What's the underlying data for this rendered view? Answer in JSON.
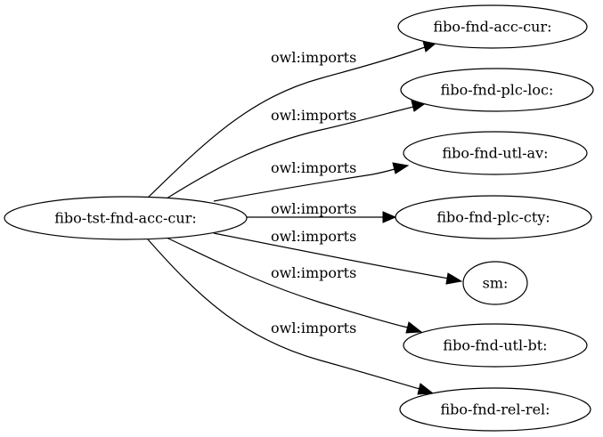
{
  "graph": {
    "source": {
      "id": "src",
      "label": "fibo-tst-fnd-acc-cur:"
    },
    "targets": [
      {
        "id": "t1",
        "label": "fibo-fnd-acc-cur:"
      },
      {
        "id": "t2",
        "label": "fibo-fnd-plc-loc:"
      },
      {
        "id": "t3",
        "label": "fibo-fnd-utl-av:"
      },
      {
        "id": "t4",
        "label": "fibo-fnd-plc-cty:"
      },
      {
        "id": "t5",
        "label": "sm:"
      },
      {
        "id": "t6",
        "label": "fibo-fnd-utl-bt:"
      },
      {
        "id": "t7",
        "label": "fibo-fnd-rel-rel:"
      }
    ],
    "edges": [
      {
        "from": "src",
        "to": "t1",
        "label": "owl:imports"
      },
      {
        "from": "src",
        "to": "t2",
        "label": "owl:imports"
      },
      {
        "from": "src",
        "to": "t3",
        "label": "owl:imports"
      },
      {
        "from": "src",
        "to": "t4",
        "label": "owl:imports"
      },
      {
        "from": "src",
        "to": "t5",
        "label": "owl:imports"
      },
      {
        "from": "src",
        "to": "t6",
        "label": "owl:imports"
      },
      {
        "from": "src",
        "to": "t7",
        "label": "owl:imports"
      }
    ]
  }
}
